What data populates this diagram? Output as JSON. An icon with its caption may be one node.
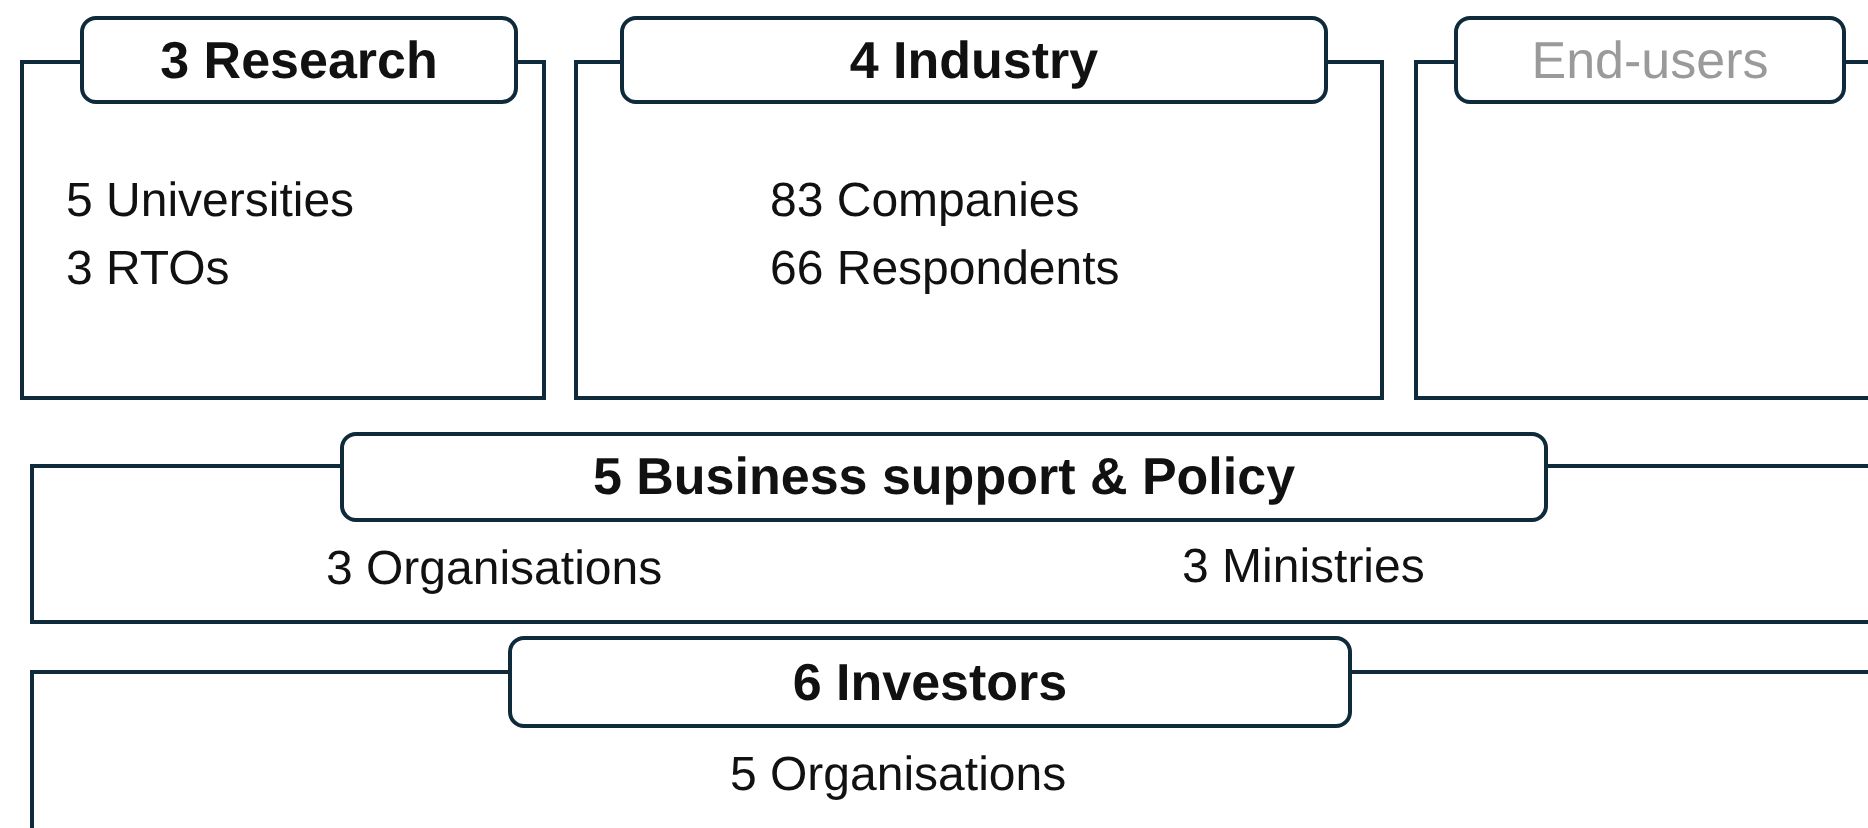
{
  "diagram": {
    "nodes": [
      {
        "text": [
          "3 Research",
          "5 Universities",
          "3 RTOs"
        ]
      },
      {
        "text": [
          "4 Industry",
          "83 Companies",
          "66 Respondents"
        ]
      },
      {
        "text": [
          "End-users"
        ]
      },
      {
        "text": [
          "5 Business support & Policy",
          "3 Organisations",
          "3 Ministries"
        ]
      },
      {
        "text": [
          "6 Investors",
          "5 Organisations"
        ]
      }
    ]
  }
}
